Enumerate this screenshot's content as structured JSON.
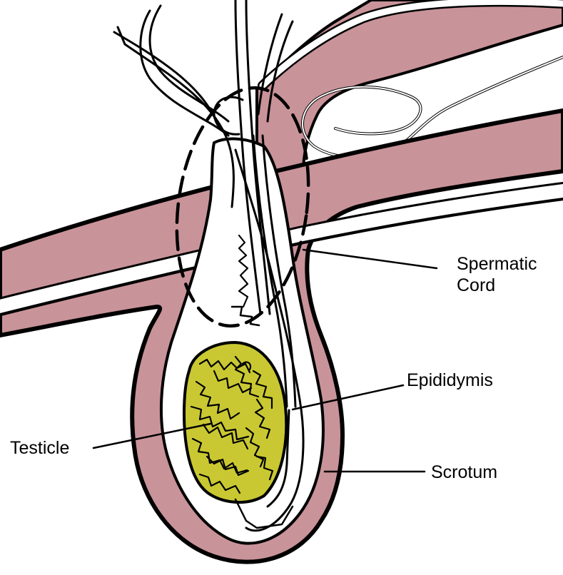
{
  "labels": {
    "spermatic_cord": "Spermatic\nCord",
    "epididymis": "Epididymis",
    "testicle": "Testicle",
    "scrotum": "Scrotum"
  },
  "colors": {
    "skin": "#c9939a",
    "testicle": "#c9c832",
    "outline": "#000000",
    "background": "#ffffff"
  }
}
